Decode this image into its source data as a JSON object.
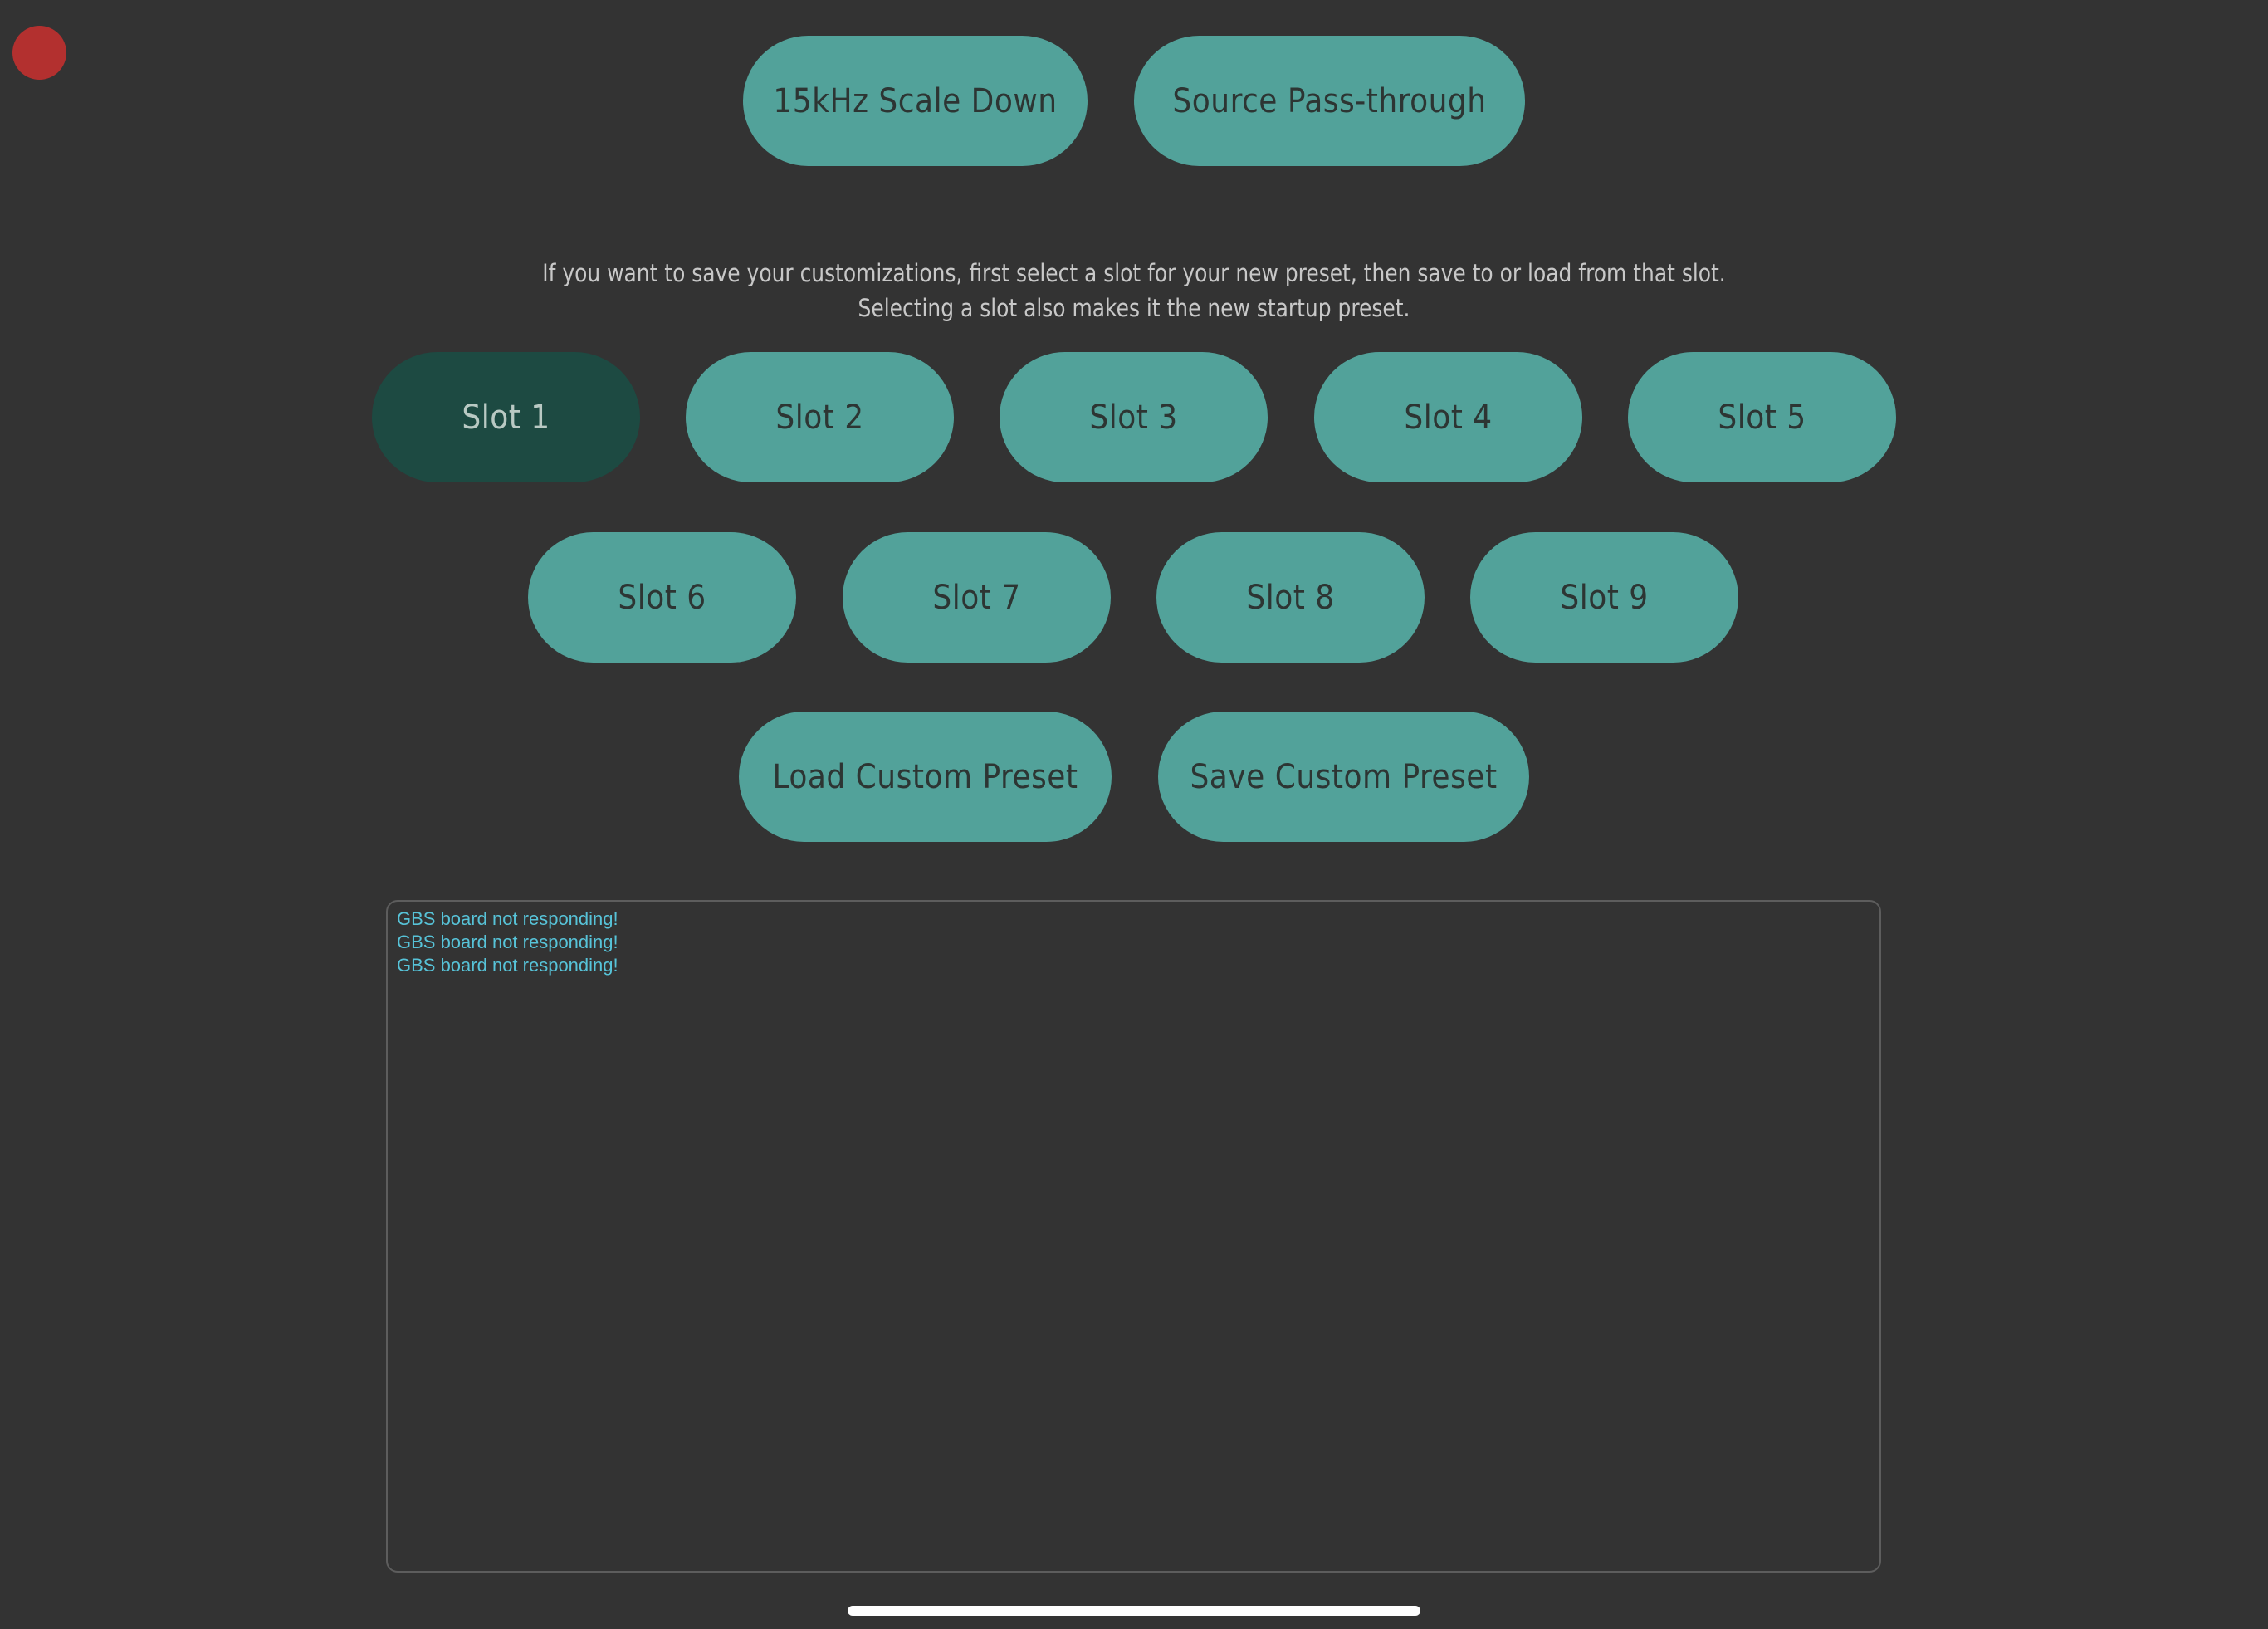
{
  "status": {
    "indicator_color": "#b3302f"
  },
  "top_buttons": [
    {
      "label": "15kHz Scale Down"
    },
    {
      "label": "Source Pass-through"
    }
  ],
  "info": {
    "line1": "If you want to save your customizations, first select a slot for your new preset, then save to or load from that slot.",
    "line2": "Selecting a slot also makes it the new startup preset."
  },
  "slots": [
    {
      "label": "Slot 1",
      "selected": true
    },
    {
      "label": "Slot 2",
      "selected": false
    },
    {
      "label": "Slot 3",
      "selected": false
    },
    {
      "label": "Slot 4",
      "selected": false
    },
    {
      "label": "Slot 5",
      "selected": false
    },
    {
      "label": "Slot 6",
      "selected": false
    },
    {
      "label": "Slot 7",
      "selected": false
    },
    {
      "label": "Slot 8",
      "selected": false
    },
    {
      "label": "Slot 9",
      "selected": false
    }
  ],
  "preset_actions": {
    "load_label": "Load Custom Preset",
    "save_label": "Save Custom Preset"
  },
  "console": {
    "lines": [
      "GBS board not responding!",
      "GBS board not responding!",
      "GBS board not responding!"
    ]
  },
  "colors": {
    "background": "#333333",
    "button": "#52a29a",
    "button_selected": "#1d4a42",
    "console_text": "#57c3d8"
  }
}
